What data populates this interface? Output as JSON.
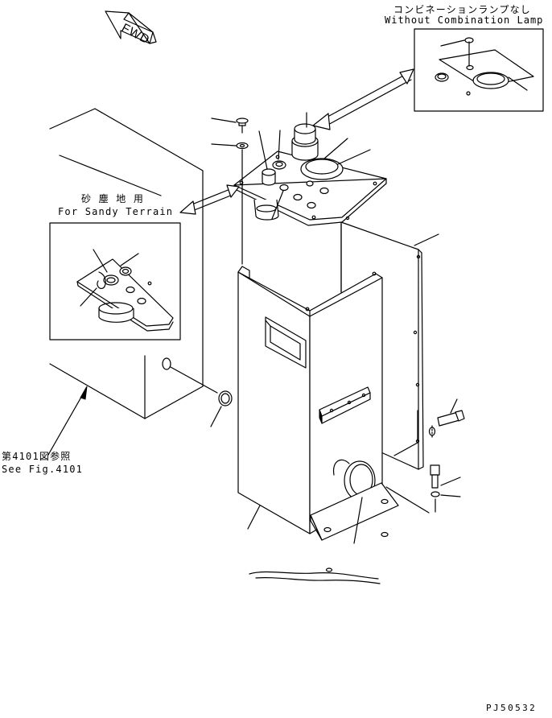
{
  "diagram": {
    "fwd_label": "FWD",
    "without_lamp_jp": "コンビネーションランプなし",
    "without_lamp_en": "Without Combination Lamp",
    "sandy_jp": "砂 塵 地 用",
    "sandy_en": "For Sandy Terrain",
    "see_fig_jp": "第4101図参照",
    "see_fig_en": "See Fig.4101",
    "drawing_id": "PJ50532"
  }
}
